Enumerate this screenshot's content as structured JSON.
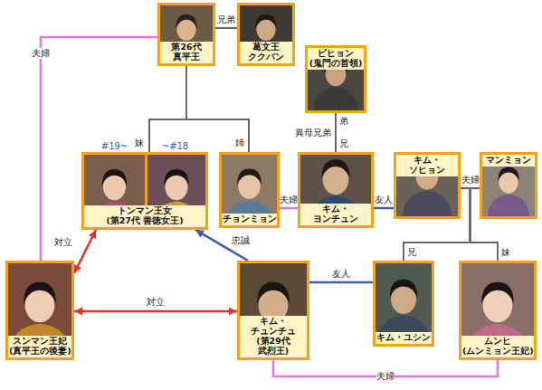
{
  "diagram": {
    "nodes": [
      {
        "text": [
          "第26代 真平王"
        ]
      },
      {
        "text": [
          "葛文王 ククパン"
        ]
      },
      {
        "text": [
          "ピヒョン (鬼門の首領)"
        ]
      },
      {
        "text": [
          "#19~",
          "~#18",
          "トンマン王女 (第27代 善徳女王)"
        ]
      },
      {
        "text": [
          "チョンミョン"
        ]
      },
      {
        "text": [
          "キム・ヨンチュン"
        ]
      },
      {
        "text": [
          "キム・ソヒョン"
        ]
      },
      {
        "text": [
          "マンミョン"
        ]
      },
      {
        "text": [
          "スンマン王妃 (真平王の後妻)"
        ]
      },
      {
        "text": [
          "キム・チュンチュ (第29代 武烈王)"
        ]
      },
      {
        "text": [
          "キム・ユシン"
        ]
      },
      {
        "text": [
          "ムンヒ (ムンミョン王妃)"
        ]
      }
    ],
    "edges": [
      {
        "from": 0,
        "to": 1,
        "label": "兄弟",
        "arrow": "none"
      },
      {
        "from": 0,
        "to": 8,
        "label": "夫婦",
        "arrow": "none"
      },
      {
        "from": 0,
        "to": 3,
        "label": "妹",
        "arrow": "none"
      },
      {
        "from": 0,
        "to": 4,
        "label": "姉",
        "arrow": "none"
      },
      {
        "from": 2,
        "to": 5,
        "label": "異母兄弟",
        "arrow": "none"
      },
      {
        "from": 4,
        "to": 5,
        "label": "夫婦",
        "arrow": "none"
      },
      {
        "from": 5,
        "to": 6,
        "label": "友人",
        "arrow": "none"
      },
      {
        "from": 6,
        "to": 7,
        "label": "夫婦",
        "arrow": "none"
      },
      {
        "from": 6,
        "to": 10,
        "label": "兄",
        "arrow": "none"
      },
      {
        "from": 6,
        "to": 11,
        "label": "妹",
        "arrow": "none"
      },
      {
        "from": 7,
        "to": 10,
        "arrow": "none"
      },
      {
        "from": 7,
        "to": 11,
        "arrow": "none"
      },
      {
        "from": 8,
        "to": 3,
        "label": "対立",
        "arrow": "both"
      },
      {
        "from": 8,
        "to": 9,
        "label": "対立",
        "arrow": "both"
      },
      {
        "from": 9,
        "to": 3,
        "label": "忠誠",
        "arrow": "to"
      },
      {
        "from": 9,
        "to": 10,
        "label": "友人",
        "arrow": "none"
      },
      {
        "from": 9,
        "to": 11,
        "label": "夫婦",
        "arrow": "none"
      }
    ],
    "labels": [
      "弟",
      "兄"
    ]
  }
}
